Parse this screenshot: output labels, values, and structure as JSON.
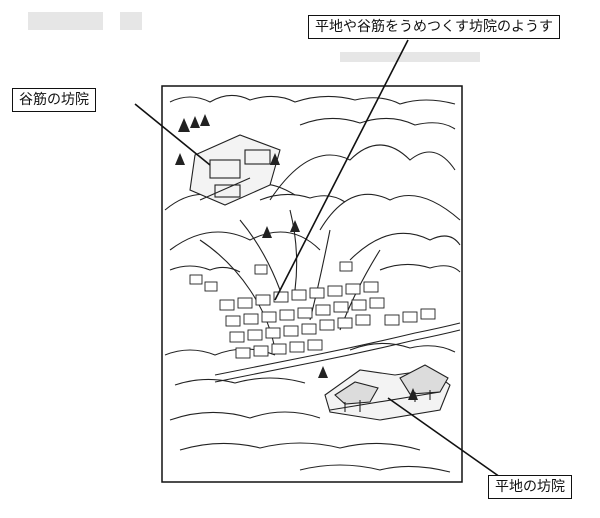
{
  "labels": {
    "valley_temples": "谷筋の坊院",
    "flat_and_valley_temples": "平地や谷筋をうめつくす坊院のようす",
    "flatland_temples": "平地の坊院"
  }
}
